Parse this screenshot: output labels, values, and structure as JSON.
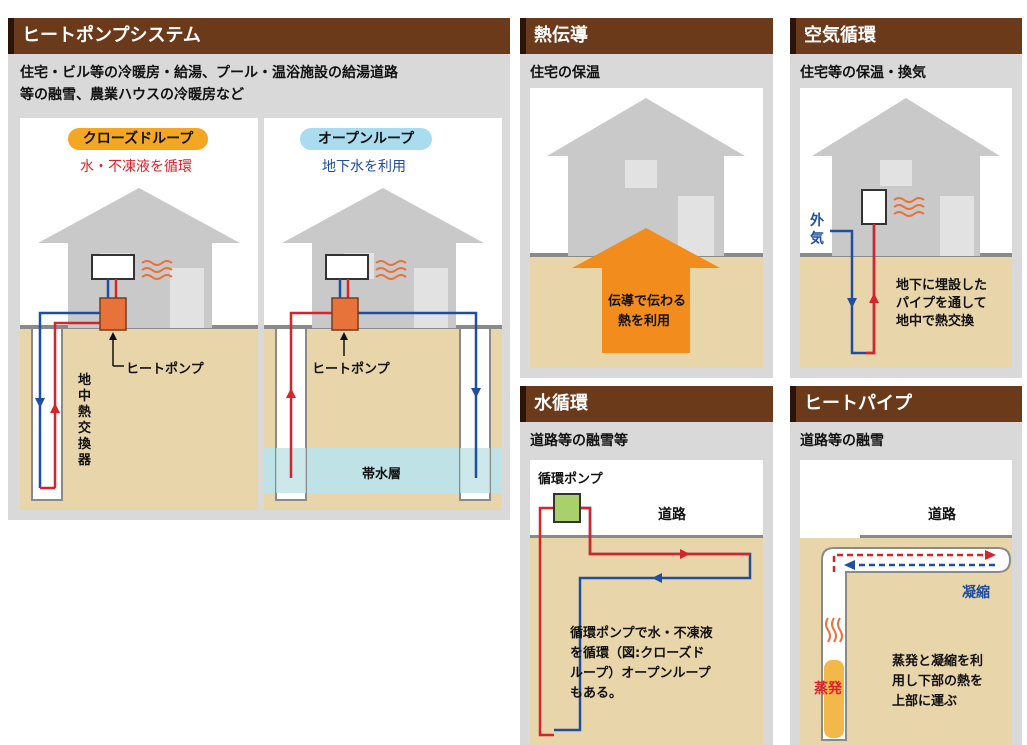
{
  "heatpump": {
    "title": "ヒートポンプシステム",
    "desc_line1": "住宅・ビル等の冷暖房・給湯、プール・温浴施設の給湯道路",
    "desc_line2": "等の融雪、農業ハウスの冷暖房など",
    "closed": {
      "badge": "クローズドループ",
      "note": "水・不凍液を循環",
      "pump_label": "ヒートポンプ",
      "exchanger_label": "地中熱交換器"
    },
    "open": {
      "badge": "オープンループ",
      "note": "地下水を利用",
      "pump_label": "ヒートポンプ",
      "aquifer_label": "帯水層"
    }
  },
  "conduction": {
    "title": "熱伝導",
    "subtitle": "住宅の保温",
    "arrow_line1": "伝導で伝わる",
    "arrow_line2": "熱を利用"
  },
  "air": {
    "title": "空気循環",
    "subtitle": "住宅等の保温・換気",
    "outside_air_1": "外",
    "outside_air_2": "気",
    "desc_line1": "地下に埋設した",
    "desc_line2": "パイプを通して",
    "desc_line3": "地中で熱交換"
  },
  "water": {
    "title": "水循環",
    "subtitle": "道路等の融雪等",
    "pump_label": "循環ポンプ",
    "road_label": "道路",
    "desc_line1": "循環ポンプで水・不凍液",
    "desc_line2": "を循環（図:クローズド",
    "desc_line3": "ループ）オープンループ",
    "desc_line4": "もある。"
  },
  "heatpipe": {
    "title": "ヒートパイプ",
    "subtitle": "道路等の融雪",
    "road_label": "道路",
    "condense_label": "凝縮",
    "evaporate_label": "蒸発",
    "desc_line1": "蒸発と凝縮を利",
    "desc_line2": "用し下部の熱を",
    "desc_line3": "上部に運ぶ"
  },
  "colors": {
    "header": "#6b3a1a",
    "soil": "#e8d5aa",
    "hot": "#d8232a",
    "cold": "#1f4ea0",
    "pump": "#e8733a",
    "house": "#c6c6c6"
  }
}
